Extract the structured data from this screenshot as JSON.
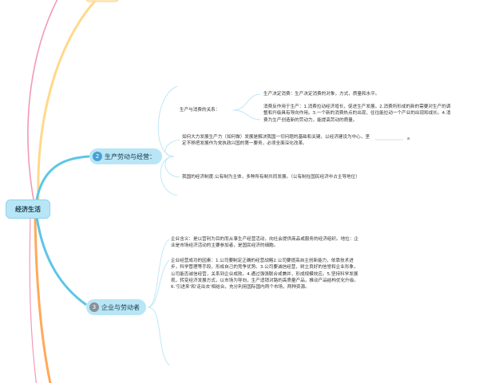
{
  "colors": {
    "link_main": "#5bc6e8",
    "node_fill": "#b8e6f6",
    "badge_blue": "#4a9fd8",
    "badge_gray": "#8a8f99",
    "pink_line": "#f29ab5",
    "yellow_line": "#ffd98a",
    "orange_line": "#ffa95a"
  },
  "root": {
    "label": "经济生活"
  },
  "branch1": {
    "badge": "2",
    "label": "生产劳动与经营：",
    "sub_label": "生产与消费的关系：",
    "item_1": "生产决定消费：生产决定消费的对象，方式，质量和水平。",
    "item_2": "消费反作用于生产：1.消费拉动经济增长，促进生产发展。2.消费所形成的新的需要对生产的调整和升级具有导向作用。3.一个新的消费热点的出现，往往能拉动一个产业的出现和成长。4.消费为生产创造新的劳动力，能提高劳动的质量。",
    "item_3": "如何大力发展生产力（如何做）发展是解决我国一切问题的基础和关键，以经济建设为中心，坚定不移把发展作为党执政兴国的第一要务，必须全面深化改革。",
    "item_4": "我国的经济制度:公有制为主体，多种所有制共同发展。（公有制在国民经济中占主导地位）",
    "marker": "a"
  },
  "branch2": {
    "badge": "3",
    "label": "企业与劳动者",
    "item_1": "企业含义：是以营利为目的而从事生产经营活动，向社会提供商品或服务的经济组织。地位：企业是市场经济活动的主要参加者，是国民经济的细胞。",
    "item_2": "企业经营成功的因素：1.公司要制定正确的经营战略2.公司要提高自主创新能力，依靠技术进步，科学管理等手段，形成自己的竞争优势。3.公司要诚信经营，树立良好的信誉和企业形象，公司能否诚信经营，关系到企业成败。4.通过强强联合或兼并，形成规模效应。5.坚持科学发展观，转变经济发展方式，以市场为导向，生产适销对路的高质量产品，推动产品结构优化升级。6.'引进来'和'走出去'相结合，充分利用国际国内两个市场，两种资源。"
  }
}
